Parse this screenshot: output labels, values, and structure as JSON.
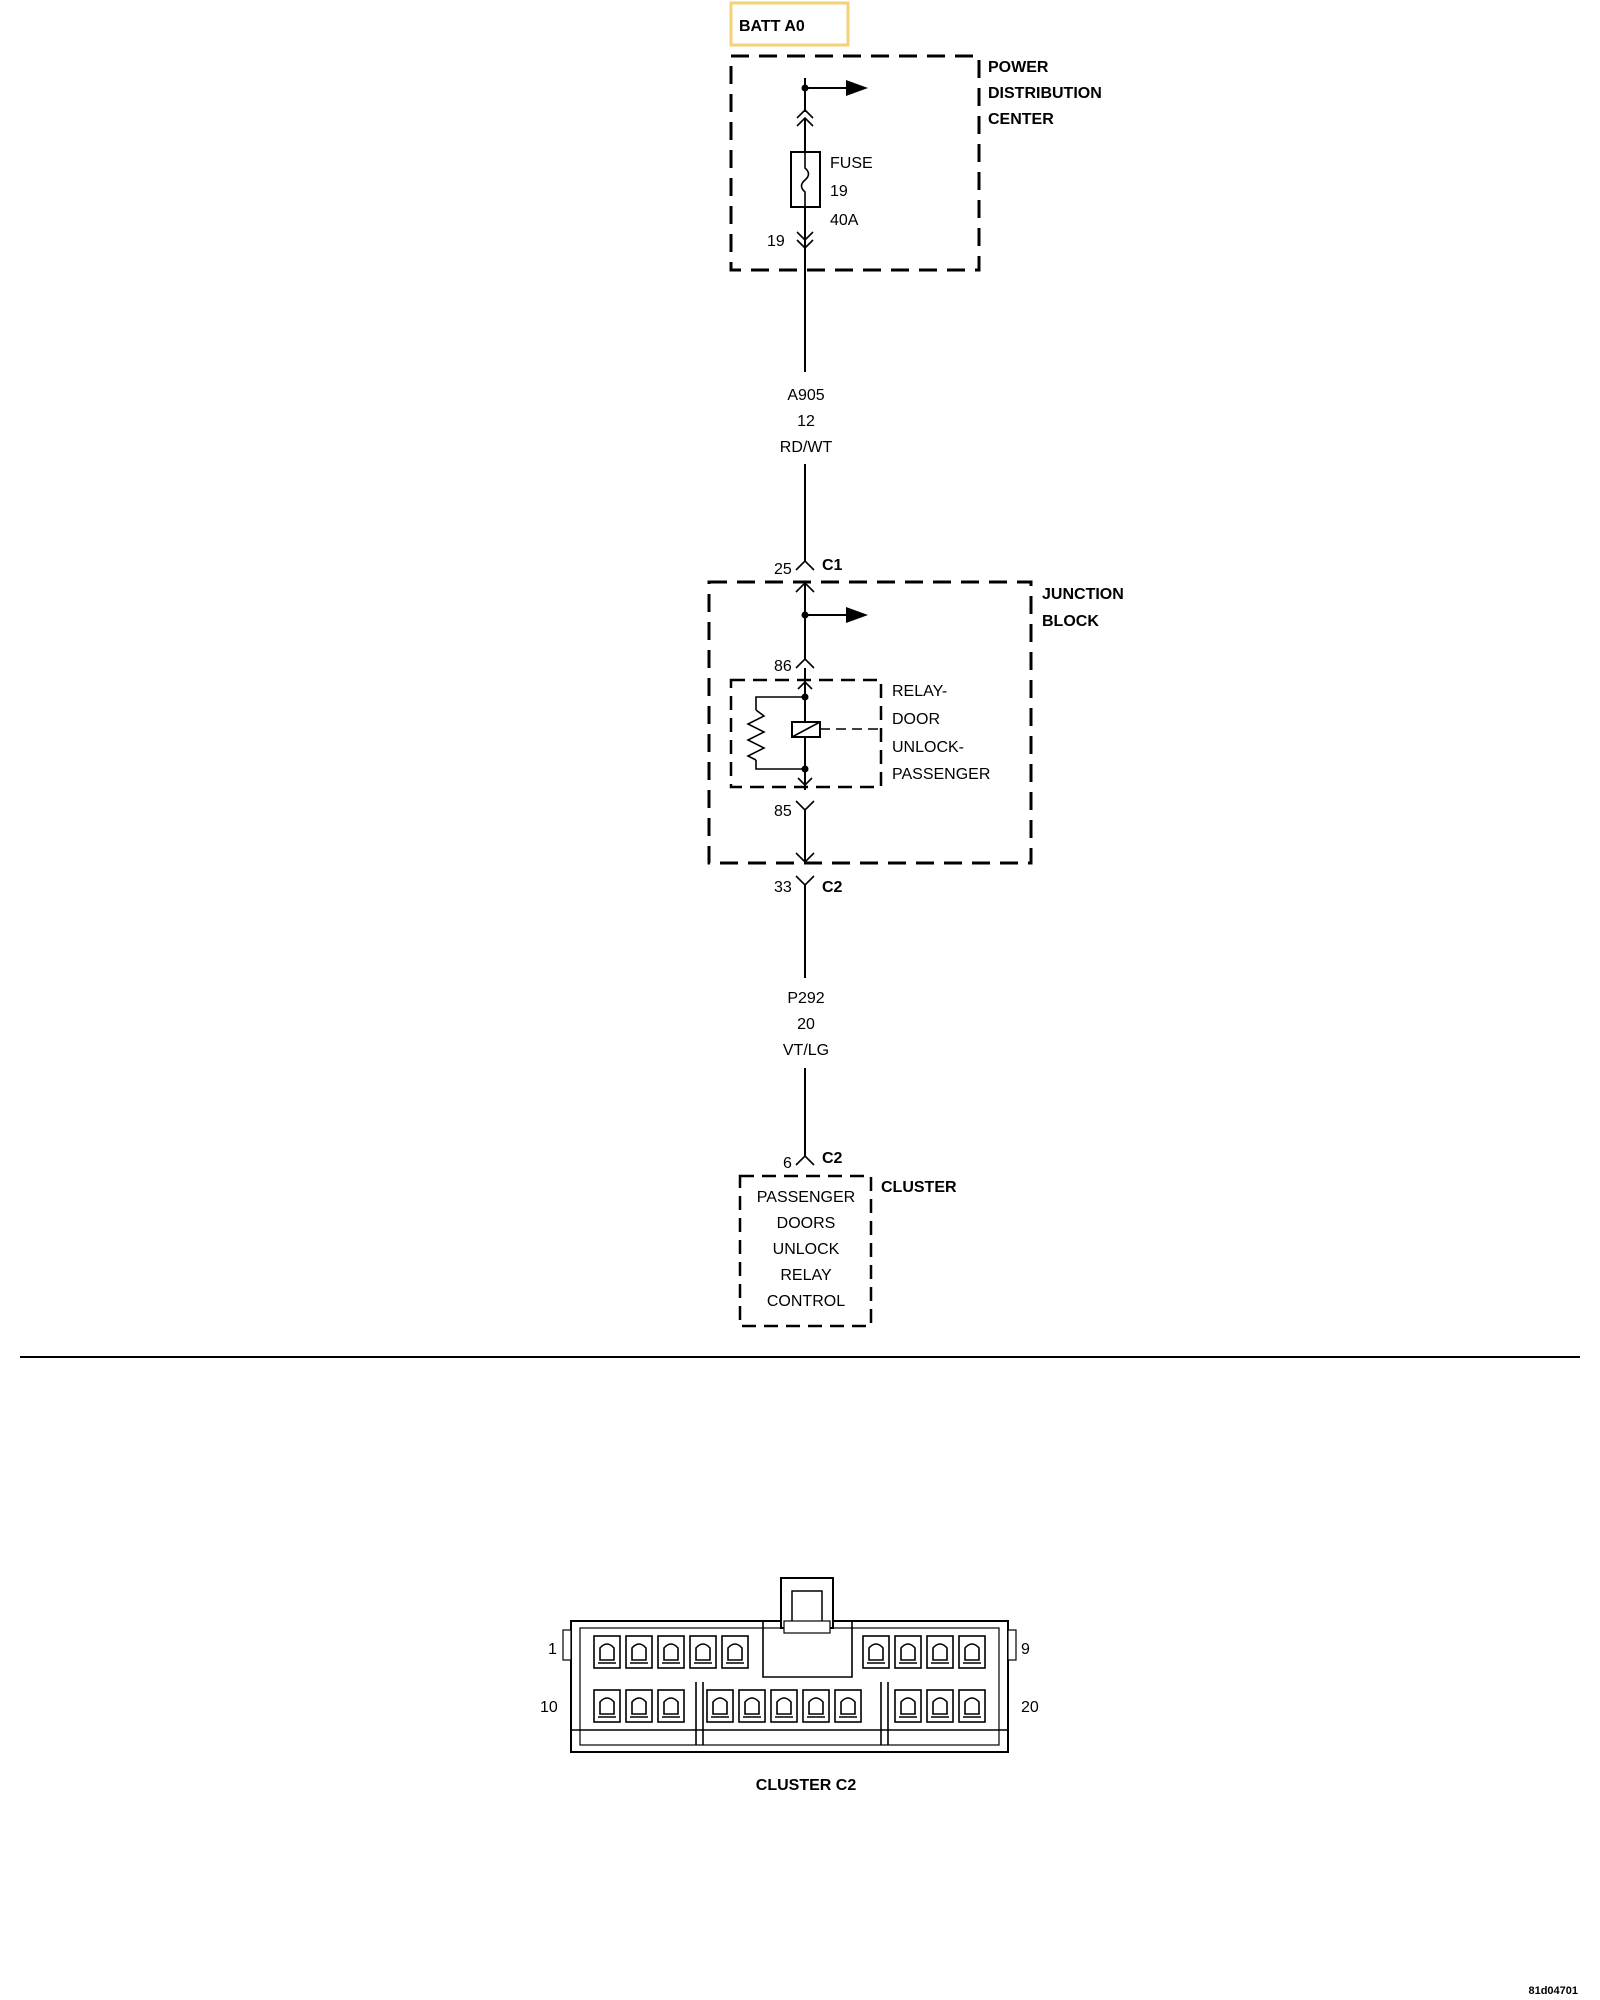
{
  "source": {
    "label": "BATT A0",
    "highlight_color": "#f5d27a"
  },
  "pdc": {
    "name_lines": [
      "POWER",
      "DISTRIBUTION",
      "CENTER"
    ],
    "fuse_lines": [
      "FUSE",
      "19",
      "40A"
    ],
    "cavity": "19"
  },
  "wire1": {
    "circuit": "A905",
    "gauge": "12",
    "color": "RD/WT"
  },
  "jb_in": {
    "pin": "25",
    "connector": "C1"
  },
  "junction_block": {
    "name_lines": [
      "JUNCTION",
      "BLOCK"
    ]
  },
  "relay": {
    "pin_in": "86",
    "pin_out": "85",
    "name_lines": [
      "RELAY-",
      "DOOR",
      "UNLOCK-",
      "PASSENGER"
    ]
  },
  "jb_out": {
    "pin": "33",
    "connector": "C2"
  },
  "wire2": {
    "circuit": "P292",
    "gauge": "20",
    "color": "VT/LG"
  },
  "cluster_in": {
    "pin": "6",
    "connector": "C2"
  },
  "cluster": {
    "name": "CLUSTER",
    "function_lines": [
      "PASSENGER",
      "DOORS",
      "UNLOCK",
      "RELAY",
      "CONTROL"
    ]
  },
  "connector_view": {
    "title": "CLUSTER C2",
    "pin_labels": {
      "top_left": "1",
      "top_right": "9",
      "bottom_left": "10",
      "bottom_right": "20"
    }
  },
  "figure_id": "81d04701"
}
